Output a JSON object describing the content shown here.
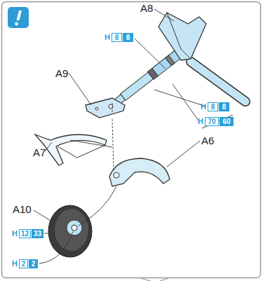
{
  "diagram": {
    "nodes": [
      {
        "text": [
          "8"
        ]
      },
      {
        "text": [
          "8"
        ]
      },
      {
        "text": [
          "8"
        ]
      },
      {
        "text": [
          "8"
        ]
      },
      {
        "text": [
          "70"
        ]
      },
      {
        "text": [
          "60"
        ]
      },
      {
        "text": [
          "12"
        ]
      },
      {
        "text": [
          "33"
        ]
      },
      {
        "text": [
          "2"
        ]
      },
      {
        "text": [
          "2"
        ]
      }
    ],
    "labels": [
      "A8",
      "H",
      "A9",
      "H",
      "H",
      "A6",
      "A7",
      "A10",
      "H",
      "H"
    ]
  }
}
